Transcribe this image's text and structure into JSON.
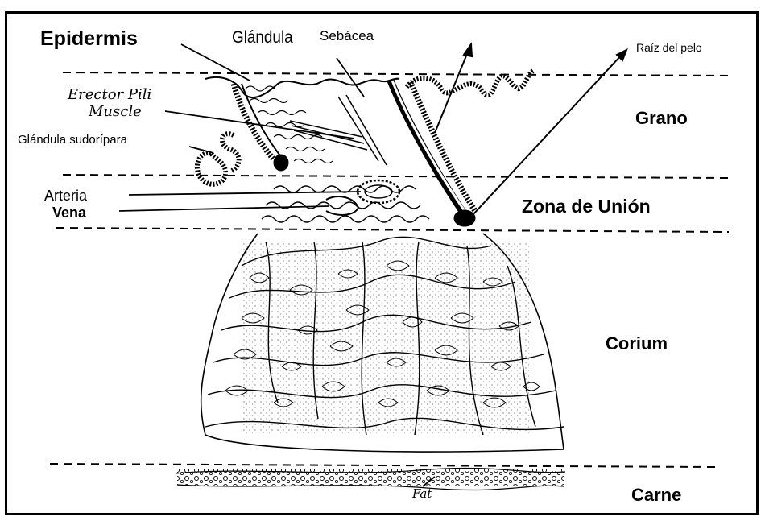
{
  "labels": {
    "epidermis": "Epidermis",
    "glandula": "Glándula",
    "sebacea": "Sebácea",
    "raiz_pelo": "Raíz del pelo",
    "erector_line1": "Erector Pili",
    "erector_line2": "Muscle",
    "glandula_sudoripara": "Glándula sudorípara",
    "arteria": "Arteria",
    "vena": "Vena",
    "fat": "Fat"
  },
  "layers": {
    "grano": "Grano",
    "zona_union": "Zona de Unión",
    "corium": "Corium",
    "carne": "Carne"
  },
  "colors": {
    "ink": "#000000",
    "background": "#ffffff"
  }
}
